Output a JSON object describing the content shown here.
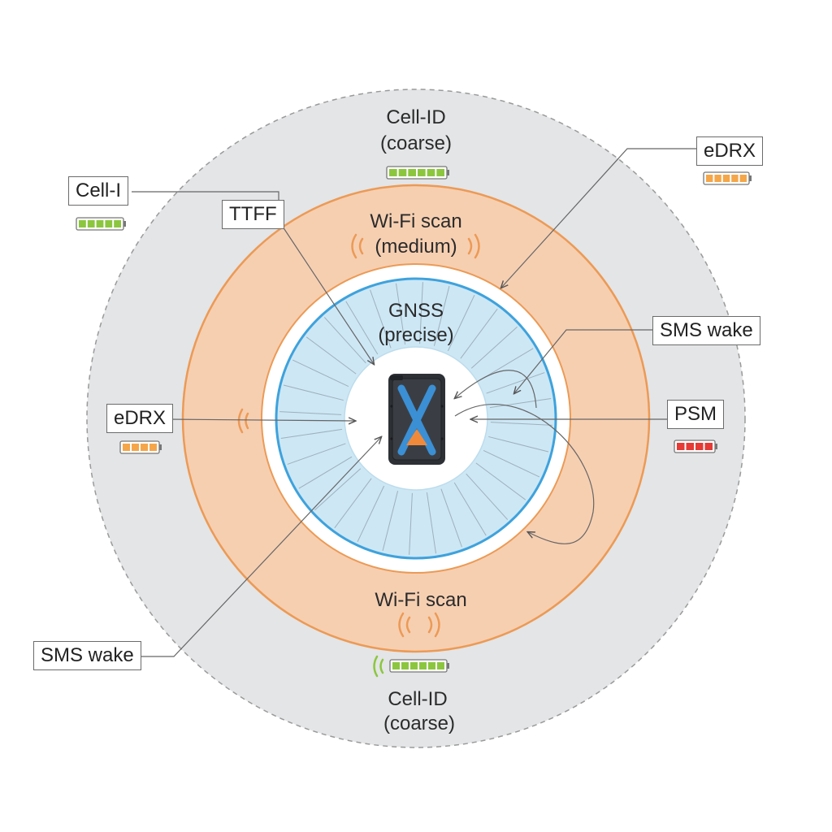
{
  "zones": {
    "outer": {
      "line1": "Cell-ID",
      "line2": "(coarse)"
    },
    "outer_bottom": {
      "line1": "Cell-ID",
      "line2": "(coarse)"
    },
    "middle": {
      "line1": "Wi-Fi scan",
      "line2": "(medium)"
    },
    "middle_bottom": {
      "line1": "Wi-Fi scan"
    },
    "inner": {
      "line1": "GNSS",
      "line2": "(precise)"
    }
  },
  "callouts": {
    "cell_i": "Cell-I",
    "ttff": "TTFF",
    "edrx_right": "eDRX",
    "sms_wake_right": "SMS wake",
    "edrx_left": "eDRX",
    "psm": "PSM",
    "sms_wake_left": "SMS wake"
  },
  "battery_levels": {
    "cell_top": 1.0,
    "cell_left": 1.0,
    "edrx_right": 1.0,
    "edrx_left": 1.0,
    "psm": 1.0,
    "cell_bottom": 1.0
  },
  "colors": {
    "outer_ring": "#e3e5e7",
    "wifi_ring": "#f6cfb1",
    "wifi_stroke": "#ec9a55",
    "gnss_fill": "#cde7f5",
    "gnss_stroke": "#3ea2dc",
    "battery_green": "#8cc63f",
    "battery_orange": "#f5a649",
    "battery_red": "#e53a35",
    "device_body": "#2d3035",
    "device_x": "#3b8fd4",
    "device_tri": "#f08a3a"
  }
}
